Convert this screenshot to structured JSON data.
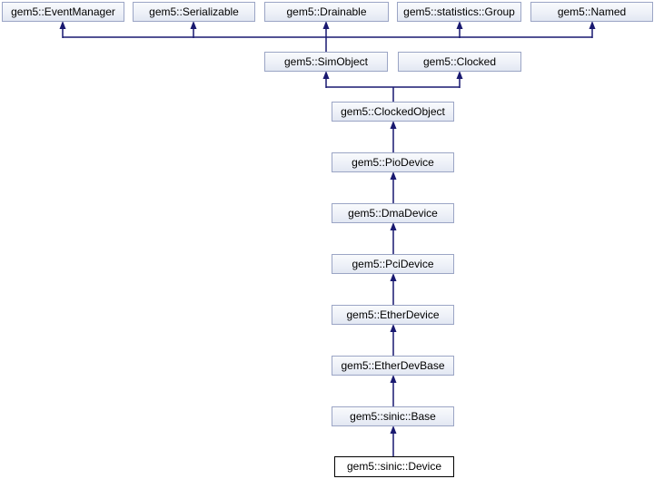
{
  "diagram": {
    "type": "class-inheritance-graph",
    "colors": {
      "background": "#ffffff",
      "edge": "#191970",
      "node_border": "#9ba5c5",
      "node_fill_top": "#f9fafc",
      "node_fill_bottom": "#e2e7f2",
      "current_node_border": "#000000",
      "current_node_fill": "#ffffff",
      "text": "#000000"
    },
    "nodes": [
      {
        "id": "event_manager",
        "label": "gem5::EventManager",
        "current": false
      },
      {
        "id": "serializable",
        "label": "gem5::Serializable",
        "current": false
      },
      {
        "id": "drainable",
        "label": "gem5::Drainable",
        "current": false
      },
      {
        "id": "statistics_group",
        "label": "gem5::statistics::Group",
        "current": false
      },
      {
        "id": "named",
        "label": "gem5::Named",
        "current": false
      },
      {
        "id": "sim_object",
        "label": "gem5::SimObject",
        "current": false
      },
      {
        "id": "clocked",
        "label": "gem5::Clocked",
        "current": false
      },
      {
        "id": "clocked_object",
        "label": "gem5::ClockedObject",
        "current": false
      },
      {
        "id": "pio_device",
        "label": "gem5::PioDevice",
        "current": false
      },
      {
        "id": "dma_device",
        "label": "gem5::DmaDevice",
        "current": false
      },
      {
        "id": "pci_device",
        "label": "gem5::PciDevice",
        "current": false
      },
      {
        "id": "ether_device",
        "label": "gem5::EtherDevice",
        "current": false
      },
      {
        "id": "ether_dev_base",
        "label": "gem5::EtherDevBase",
        "current": false
      },
      {
        "id": "sinic_base",
        "label": "gem5::sinic::Base",
        "current": false
      },
      {
        "id": "sinic_device",
        "label": "gem5::sinic::Device",
        "current": true
      }
    ],
    "edges": [
      {
        "derived": "sim_object",
        "base": "event_manager"
      },
      {
        "derived": "sim_object",
        "base": "serializable"
      },
      {
        "derived": "sim_object",
        "base": "drainable"
      },
      {
        "derived": "sim_object",
        "base": "statistics_group"
      },
      {
        "derived": "sim_object",
        "base": "named"
      },
      {
        "derived": "clocked_object",
        "base": "sim_object"
      },
      {
        "derived": "clocked_object",
        "base": "clocked"
      },
      {
        "derived": "pio_device",
        "base": "clocked_object"
      },
      {
        "derived": "dma_device",
        "base": "pio_device"
      },
      {
        "derived": "pci_device",
        "base": "dma_device"
      },
      {
        "derived": "ether_device",
        "base": "pci_device"
      },
      {
        "derived": "ether_dev_base",
        "base": "ether_device"
      },
      {
        "derived": "sinic_base",
        "base": "ether_dev_base"
      },
      {
        "derived": "sinic_device",
        "base": "sinic_base"
      }
    ]
  }
}
